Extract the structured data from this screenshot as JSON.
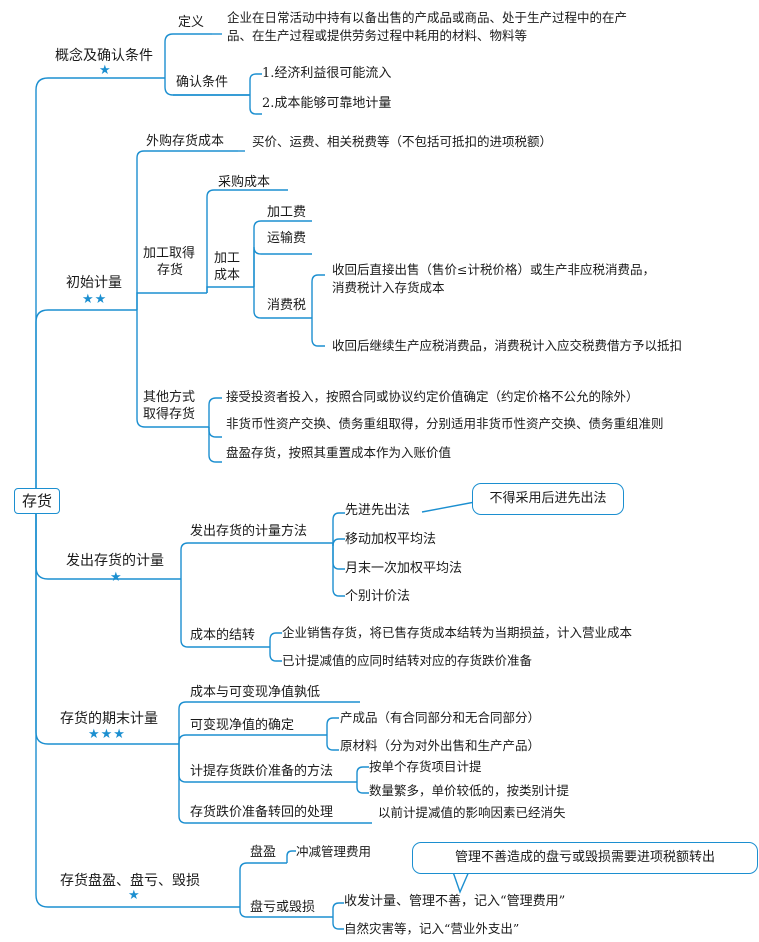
{
  "root": "存货",
  "stars": {
    "one": "★",
    "two": "★★",
    "three": "★★★"
  },
  "b1": {
    "title": "概念及确认条件",
    "definition": {
      "label": "定义",
      "line1": "企业在日常活动中持有以备出售的产成品或商品、处于生产过程中的在产",
      "line2": "品、在生产过程或提供劳务过程中耗用的材料、物料等"
    },
    "recognition": {
      "label": "确认条件",
      "items": [
        "1.经济利益很可能流入",
        "2.成本能够可靠地计量"
      ]
    }
  },
  "b2": {
    "title": "初始计量",
    "purchase": {
      "label": "外购存货成本",
      "text": "买价、运费、相关税费等（不包括可抵扣的进项税额）"
    },
    "processing": {
      "label_line1": "加工取得",
      "label_line2": "存货",
      "procurement": "采购成本",
      "cost_label_line1": "加工",
      "cost_label_line2": "成本",
      "processing_fee": "加工费",
      "freight": "运输费",
      "consumption_tax": "消费税",
      "tax_case1_line1": "收回后直接出售（售价≤计税价格）或生产非应税消费品，",
      "tax_case1_line2": "消费税计入存货成本",
      "tax_case2": "收回后继续生产应税消费品，消费税计入应交税费借方予以抵扣"
    },
    "other": {
      "label_line1": "其他方式",
      "label_line2": "取得存货",
      "items": [
        "接受投资者投入，按照合同或协议约定价值确定（约定价格不公允的除外）",
        "非货币性资产交换、债务重组取得，分别适用非货币性资产交换、债务重组准则",
        "盘盈存货，按照其重置成本作为入账价值"
      ]
    }
  },
  "b3": {
    "title": "发出存货的计量",
    "methods": {
      "label": "发出存货的计量方法",
      "items": [
        "先进先出法",
        "移动加权平均法",
        "月末一次加权平均法",
        "个别计价法"
      ],
      "callout": "不得采用后进先出法"
    },
    "carryover": {
      "label": "成本的结转",
      "items": [
        "企业销售存货，将已售存货成本结转为当期损益，计入营业成本",
        "已计提减值的应同时结转对应的存货跌价准备"
      ]
    }
  },
  "b4": {
    "title": "存货的期末计量",
    "lower": "成本与可变现净值孰低",
    "nrv": {
      "label": "可变现净值的确定",
      "items": [
        "产成品（有合同部分和无合同部分）",
        "原材料（分为对外出售和生产产品）"
      ]
    },
    "provision": {
      "label": "计提存货跌价准备的方法",
      "items": [
        "按单个存货项目计提",
        "数量繁多，单价较低的，按类别计提"
      ]
    },
    "reversal": {
      "label": "存货跌价准备转回的处理",
      "text": "以前计提减值的影响因素已经消失"
    }
  },
  "b5": {
    "title": "存货盘盈、盘亏、毁损",
    "surplus": {
      "label": "盘盈",
      "text": "冲减管理费用"
    },
    "shortage": {
      "label": "盘亏或毁损",
      "items": [
        "收发计量、管理不善，记入“管理费用”",
        "自然灾害等，记入“营业外支出”"
      ],
      "callout": "管理不善造成的盘亏或毁损需要进项税额转出"
    }
  }
}
